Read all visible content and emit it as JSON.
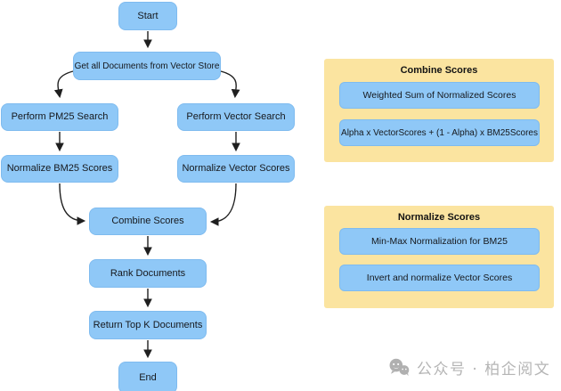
{
  "colors": {
    "node_blue": "#8fc8f7",
    "node_border": "#7fbbef",
    "panel_yellow": "#fbe4a0",
    "arrow": "#1f1f1f",
    "watermark_gray": "#b5b5b5"
  },
  "flowchart": {
    "nodes": [
      {
        "id": "start",
        "label": "Start"
      },
      {
        "id": "get-docs",
        "label": "Get all Documents from Vector Store"
      },
      {
        "id": "pm25-search",
        "label": "Perform PM25 Search"
      },
      {
        "id": "vector-search",
        "label": "Perform Vector Search"
      },
      {
        "id": "norm-bm25",
        "label": "Normalize BM25 Scores"
      },
      {
        "id": "norm-vector",
        "label": "Normalize Vector Scores"
      },
      {
        "id": "combine",
        "label": "Combine Scores"
      },
      {
        "id": "rank",
        "label": "Rank Documents"
      },
      {
        "id": "return-topk",
        "label": "Return Top K Documents"
      },
      {
        "id": "end",
        "label": "End"
      }
    ]
  },
  "panels": [
    {
      "title": "Combine Scores",
      "items": [
        "Weighted Sum of Normalized Scores",
        "Alpha x VectorScores + (1 - Alpha) x BM25Scores"
      ]
    },
    {
      "title": "Normalize Scores",
      "items": [
        "Min-Max Normalization for BM25",
        "Invert and normalize Vector Scores"
      ]
    }
  ],
  "watermark": {
    "icon": "wechat-official-account-icon",
    "text": "公众号 · 柏企阅文"
  }
}
